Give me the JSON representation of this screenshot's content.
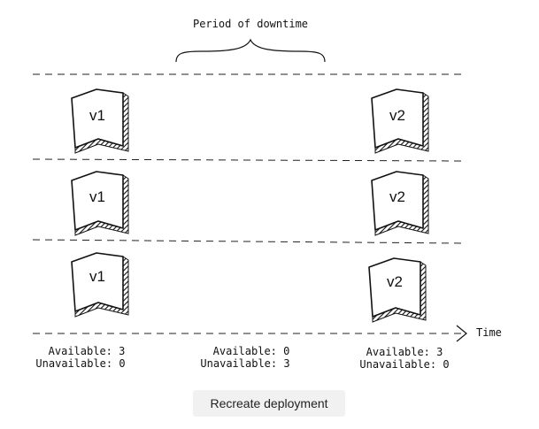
{
  "downtime_label": "Period of downtime",
  "time_label": "Time",
  "caption": "Recreate deployment",
  "rows": [
    {
      "old": "v1",
      "new": "v2"
    },
    {
      "old": "v1",
      "new": "v2"
    },
    {
      "old": "v1",
      "new": "v2"
    }
  ],
  "status": [
    {
      "available": "Available: 3",
      "unavailable": "Unavailable: 0"
    },
    {
      "available": "Available: 0",
      "unavailable": "Unavailable: 3"
    },
    {
      "available": "Available: 3",
      "unavailable": "Unavailable: 0"
    }
  ]
}
